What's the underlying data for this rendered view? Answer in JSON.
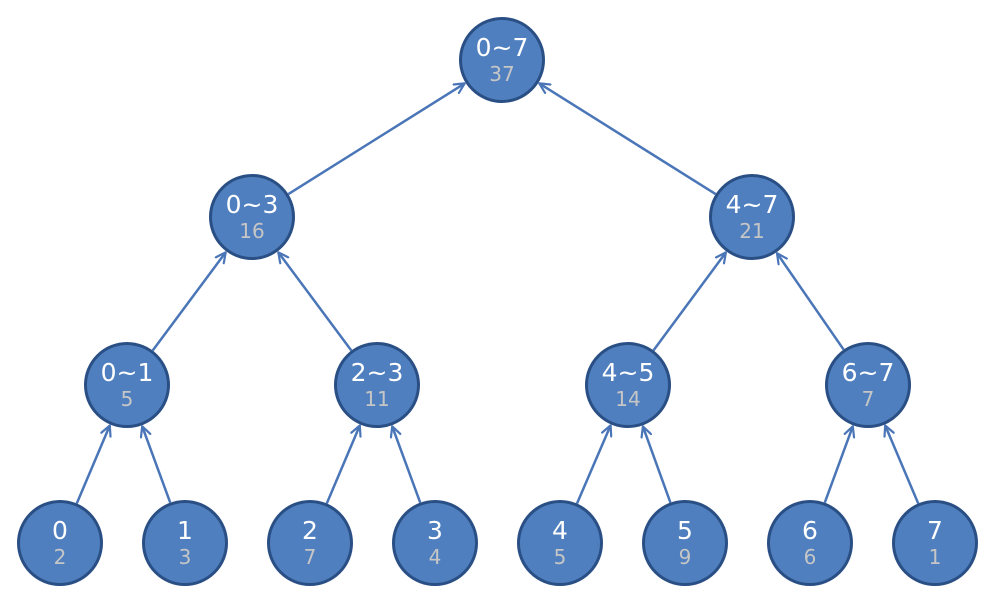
{
  "colors": {
    "node_fill": "#4f7fbe",
    "node_border": "#2a4f85",
    "edge": "#4a76b8",
    "range_text": "#ffffff",
    "sum_text": "#c6c6c6"
  },
  "nodes": [
    {
      "id": "n0_7",
      "range": "0~7",
      "sum": "37"
    },
    {
      "id": "n0_3",
      "range": "0~3",
      "sum": "16"
    },
    {
      "id": "n4_7",
      "range": "4~7",
      "sum": "21"
    },
    {
      "id": "n0_1",
      "range": "0~1",
      "sum": "5"
    },
    {
      "id": "n2_3",
      "range": "2~3",
      "sum": "11"
    },
    {
      "id": "n4_5",
      "range": "4~5",
      "sum": "14"
    },
    {
      "id": "n6_7",
      "range": "6~7",
      "sum": "7"
    },
    {
      "id": "n0",
      "range": "0",
      "sum": "2"
    },
    {
      "id": "n1",
      "range": "1",
      "sum": "3"
    },
    {
      "id": "n2",
      "range": "2",
      "sum": "7"
    },
    {
      "id": "n3",
      "range": "3",
      "sum": "4"
    },
    {
      "id": "n4",
      "range": "4",
      "sum": "5"
    },
    {
      "id": "n5",
      "range": "5",
      "sum": "9"
    },
    {
      "id": "n6",
      "range": "6",
      "sum": "6"
    },
    {
      "id": "n7",
      "range": "7",
      "sum": "1"
    }
  ],
  "edges": [
    {
      "from": "n0_3",
      "to": "n0_7"
    },
    {
      "from": "n4_7",
      "to": "n0_7"
    },
    {
      "from": "n0_1",
      "to": "n0_3"
    },
    {
      "from": "n2_3",
      "to": "n0_3"
    },
    {
      "from": "n4_5",
      "to": "n4_7"
    },
    {
      "from": "n6_7",
      "to": "n4_7"
    },
    {
      "from": "n0",
      "to": "n0_1"
    },
    {
      "from": "n1",
      "to": "n0_1"
    },
    {
      "from": "n2",
      "to": "n2_3"
    },
    {
      "from": "n3",
      "to": "n2_3"
    },
    {
      "from": "n4",
      "to": "n4_5"
    },
    {
      "from": "n5",
      "to": "n4_5"
    },
    {
      "from": "n6",
      "to": "n6_7"
    },
    {
      "from": "n7",
      "to": "n6_7"
    }
  ]
}
